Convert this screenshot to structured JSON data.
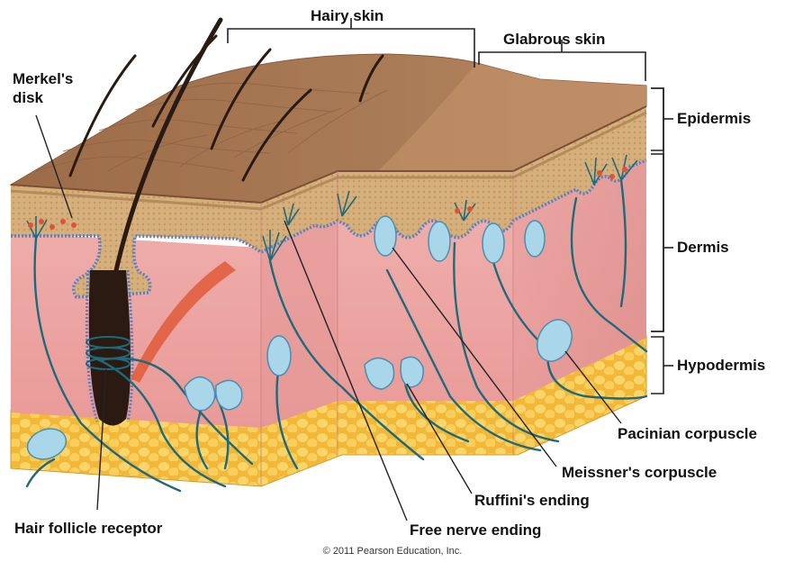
{
  "labels": {
    "hairy_skin": "Hairy skin",
    "glabrous_skin": "Glabrous skin",
    "merkels_disk_line1": "Merkel's",
    "merkels_disk_line2": "disk",
    "epidermis": "Epidermis",
    "dermis": "Dermis",
    "hypodermis": "Hypodermis",
    "pacinian_corpuscle": "Pacinian corpuscle",
    "meissners_corpuscle": "Meissner's corpuscle",
    "ruffinis_ending": "Ruffini's ending",
    "free_nerve_ending": "Free nerve ending",
    "hair_follicle_receptor": "Hair follicle receptor"
  },
  "copyright": "© 2011 Pearson Education, Inc.",
  "colors": {
    "epidermis_top": "#a87a55",
    "epidermis_layer": "#d2ad7a",
    "dermis": "#eeaaa8",
    "hypodermis_fat": "#f5c84a",
    "nerve": "#1f6a7a",
    "corpuscle": "#a9d6e8",
    "hair": "#2a1a12",
    "muscle": "#e05a3a"
  }
}
